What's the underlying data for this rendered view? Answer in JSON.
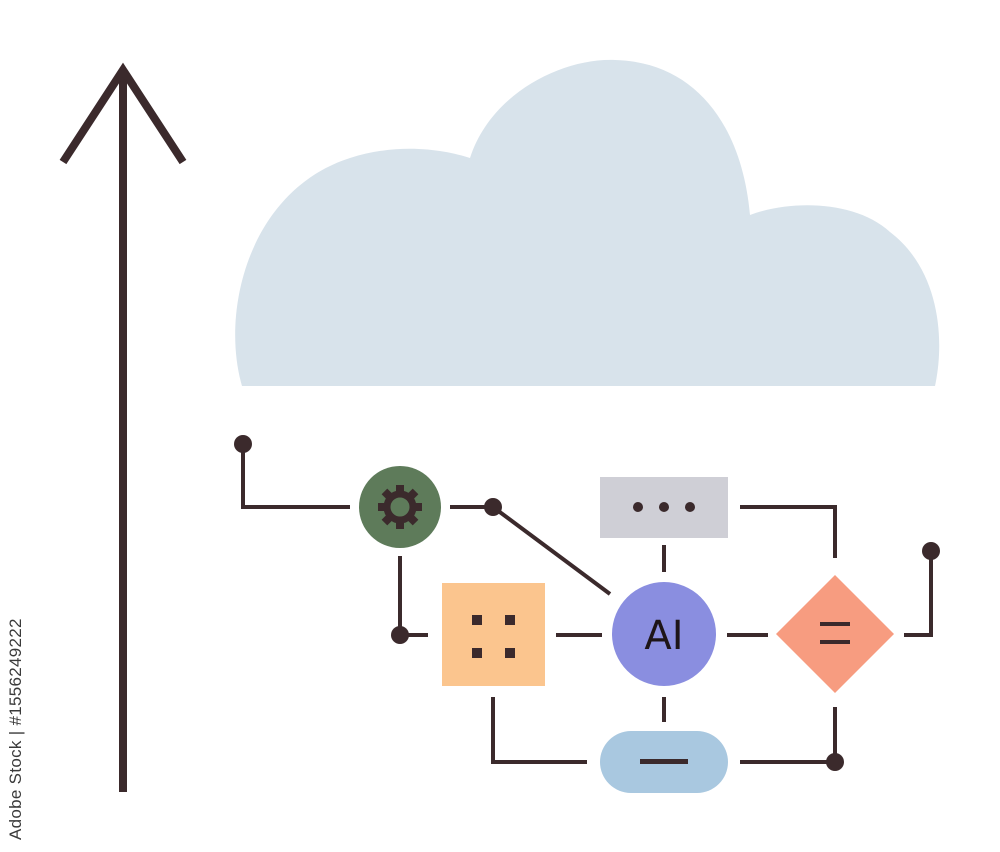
{
  "diagram": {
    "center_label": "AI",
    "nodes": [
      {
        "id": "gear",
        "icon": "gear-icon",
        "shape": "circle"
      },
      {
        "id": "ellipsis",
        "icon": "ellipsis-icon",
        "shape": "rectangle"
      },
      {
        "id": "grid",
        "icon": "four-dots-icon",
        "shape": "square"
      },
      {
        "id": "ai",
        "icon": "ai-circle",
        "shape": "circle"
      },
      {
        "id": "equals",
        "icon": "equals-icon",
        "shape": "diamond"
      },
      {
        "id": "minus",
        "icon": "minus-icon",
        "shape": "pill"
      }
    ],
    "decor": [
      "up-arrow-icon",
      "cloud-icon"
    ]
  },
  "colors": {
    "stroke": "#3b2a2c",
    "cloud": "#d8e3eb",
    "gear_node": "#5e7b5a",
    "ellipsis_node": "#cfcfd6",
    "grid_node": "#fbc58e",
    "ai_node": "#8a8ee0",
    "equals_node": "#f79c80",
    "minus_node": "#a9c8e0"
  },
  "watermark": "Adobe Stock | #1556249222"
}
